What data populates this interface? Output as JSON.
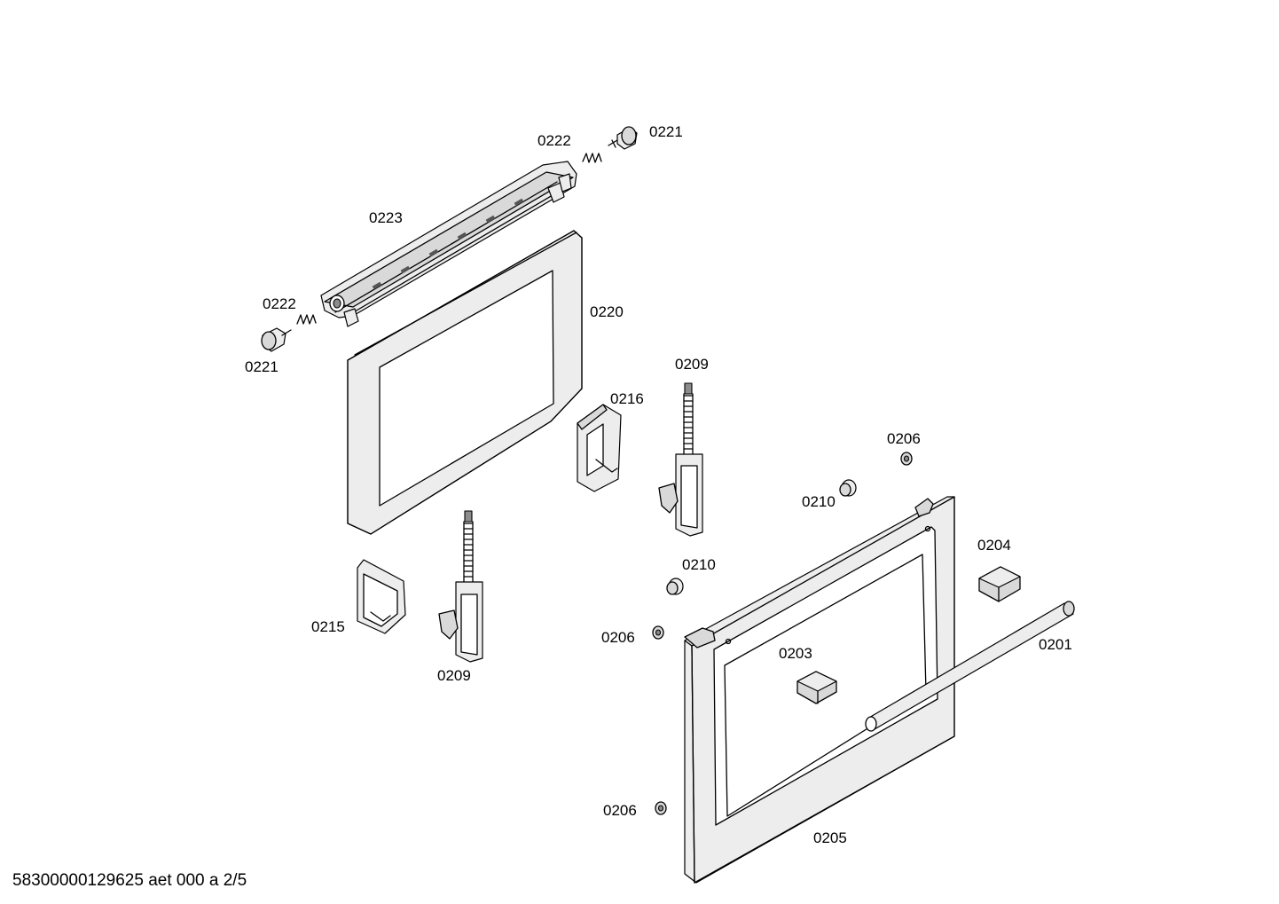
{
  "labels": {
    "p0222_top": "0222",
    "p0221_top": "0221",
    "p0223": "0223",
    "p0222_left": "0222",
    "p0220": "0220",
    "p0221_left": "0221",
    "p0209_upper": "0209",
    "p0216": "0216",
    "p0206_upper": "0206",
    "p0210_upper": "0210",
    "p0204": "0204",
    "p0210_lower": "0210",
    "p0215": "0215",
    "p0206_mid": "0206",
    "p0203": "0203",
    "p0201": "0201",
    "p0209_lower": "0209",
    "p0206_lower": "0206",
    "p0205": "0205"
  },
  "footer": "58300000129625 aet 000 a 2/5"
}
